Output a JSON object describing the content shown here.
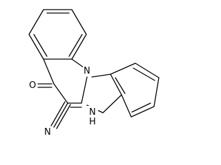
{
  "molecule": {
    "atoms": {
      "oxygen": "O",
      "ring_nitrogen": "N",
      "amine_nitrogen": "N",
      "amine_hydrogen": "H",
      "nitrile_nitrogen": "N"
    }
  }
}
